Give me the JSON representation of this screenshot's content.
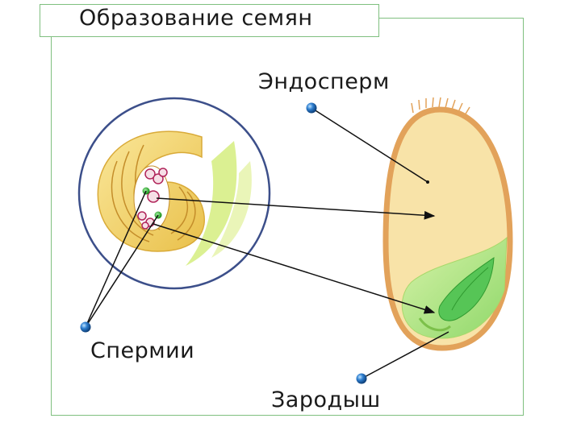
{
  "title": "Образование семян",
  "labels": {
    "endosperm": "Эндосперм",
    "sperm": "Спермии",
    "embryo": "Зародыш"
  },
  "colors": {
    "frame": "#7fbf7f",
    "seed_coat": "#e2a25a",
    "endosperm_fill": "#f8e3a8",
    "embryo_fill": "#56c556",
    "ovule_fill": "#f2d35e",
    "marker": "#2f7fd0"
  }
}
